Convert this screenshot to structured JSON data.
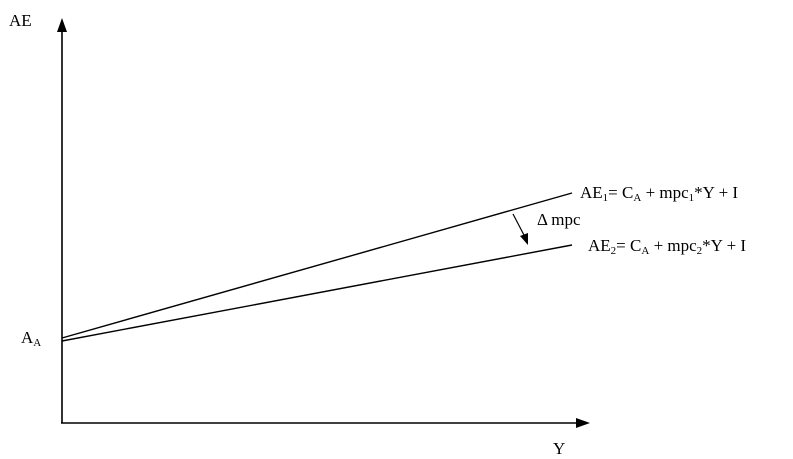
{
  "axes": {
    "y_label": "AE",
    "x_label": "Y"
  },
  "intercept": {
    "main": "A",
    "sub": "A"
  },
  "curves": [
    {
      "name_main": "AE",
      "name_sub": "1",
      "eq_a": "= C",
      "eq_a_sub": "A",
      "eq_b": " + mpc",
      "eq_b_sub": "1",
      "eq_c": "*Y + I"
    },
    {
      "name_main": "AE",
      "name_sub": "2",
      "eq_a": "= C",
      "eq_a_sub": "A",
      "eq_b": " + mpc",
      "eq_b_sub": "2",
      "eq_c": "*Y + I"
    }
  ],
  "annotation": {
    "label": "Δ mpc"
  }
}
